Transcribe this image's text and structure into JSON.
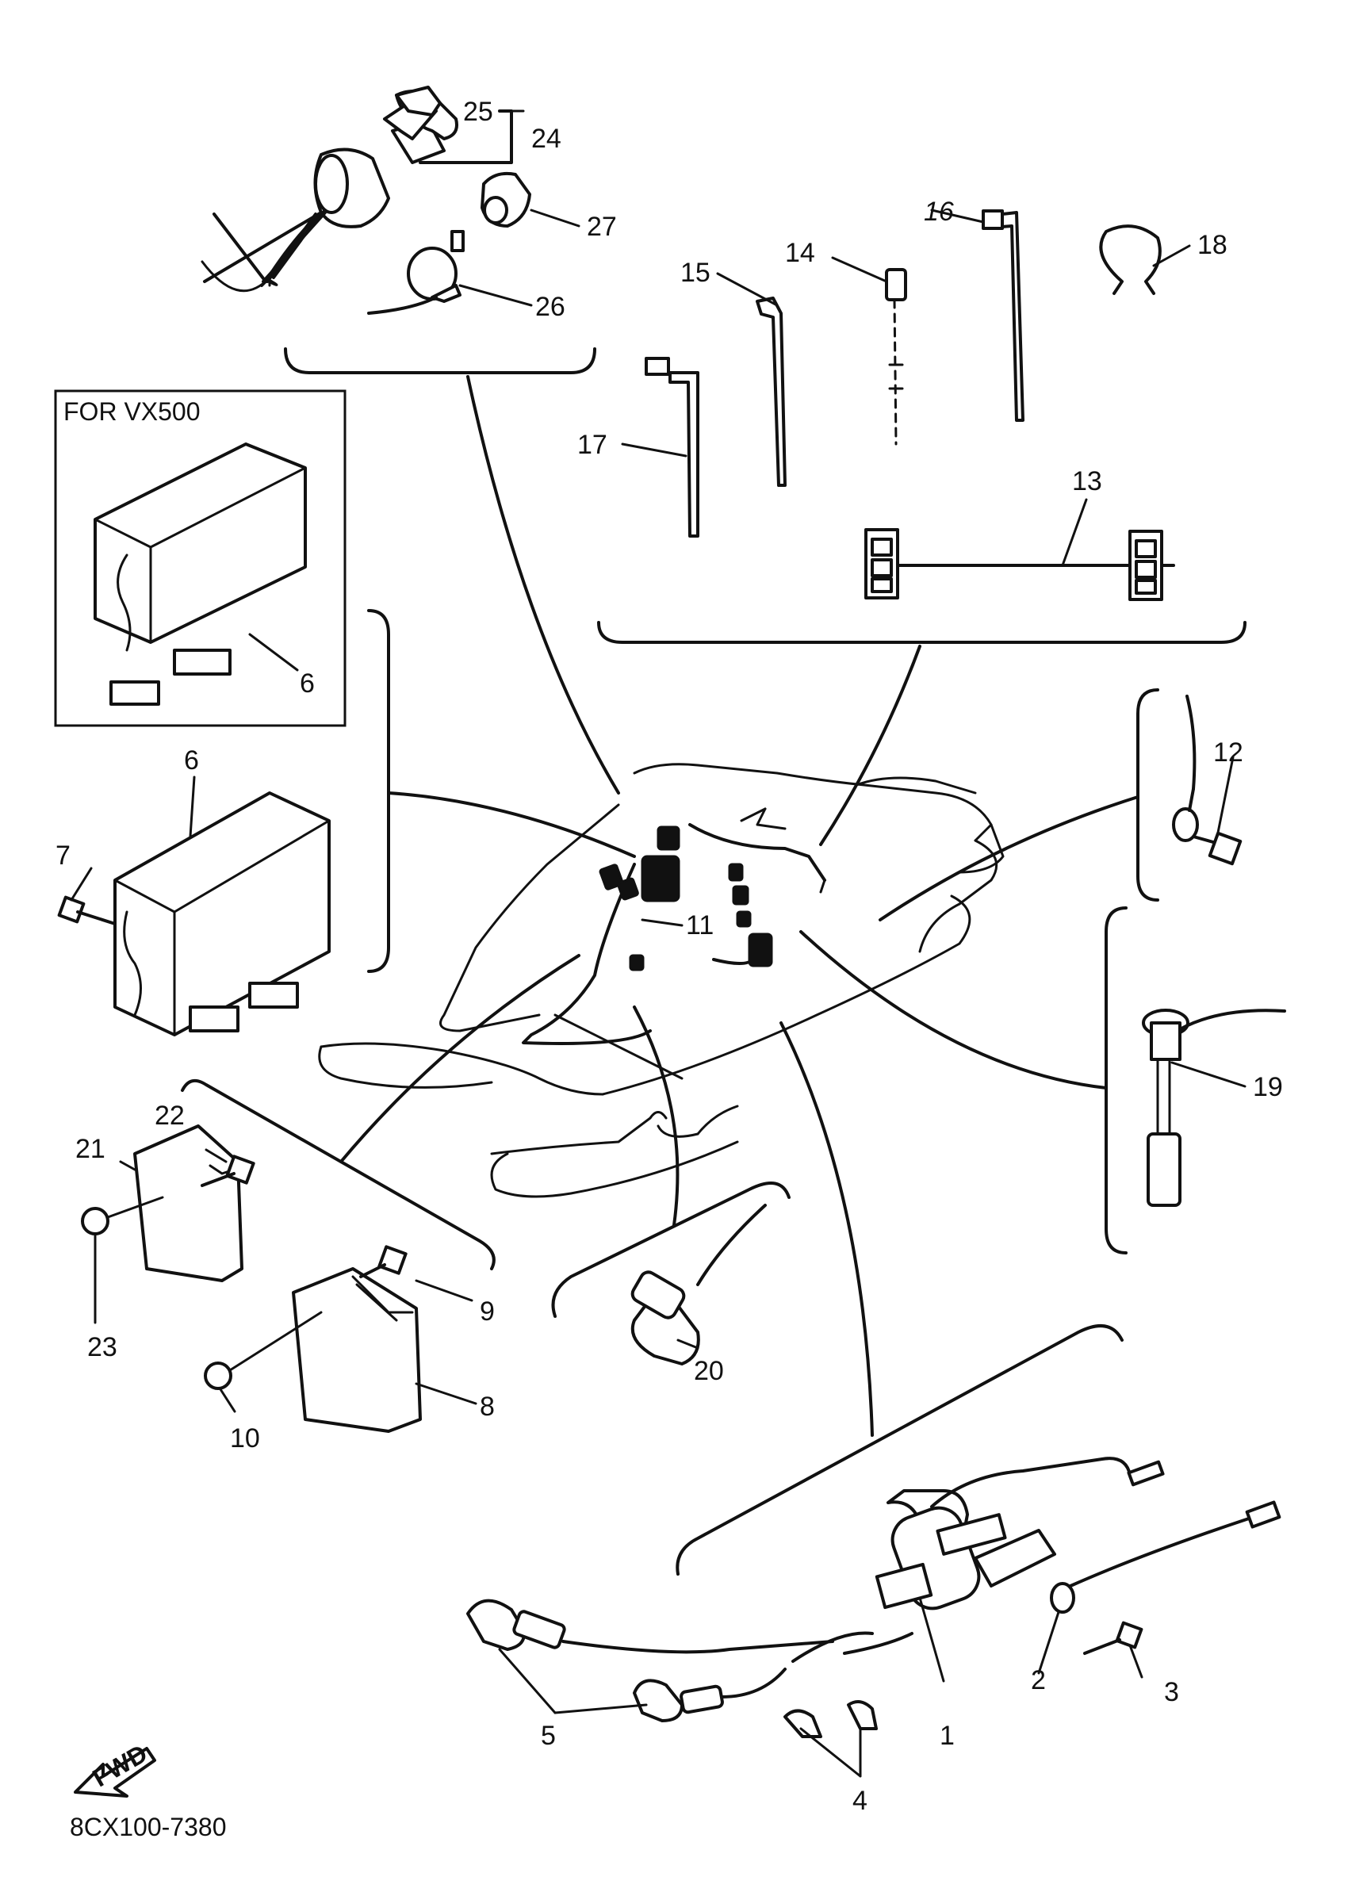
{
  "inset_label": "FOR VX500",
  "fwd_label": "FWD",
  "diagram_code": "8CX100-7380",
  "callouts": {
    "c1": "1",
    "c2": "2",
    "c3": "3",
    "c4": "4",
    "c5": "5",
    "c6": "6",
    "c6b": "6",
    "c7": "7",
    "c8": "8",
    "c9": "9",
    "c10": "10",
    "c11": "11",
    "c12": "12",
    "c13": "13",
    "c14": "14",
    "c15": "15",
    "c16": "16",
    "c17": "17",
    "c18": "18",
    "c19": "19",
    "c20": "20",
    "c21": "21",
    "c22": "22",
    "c23": "23",
    "c24": "24",
    "c25": "25",
    "c26": "26",
    "c27": "27"
  }
}
